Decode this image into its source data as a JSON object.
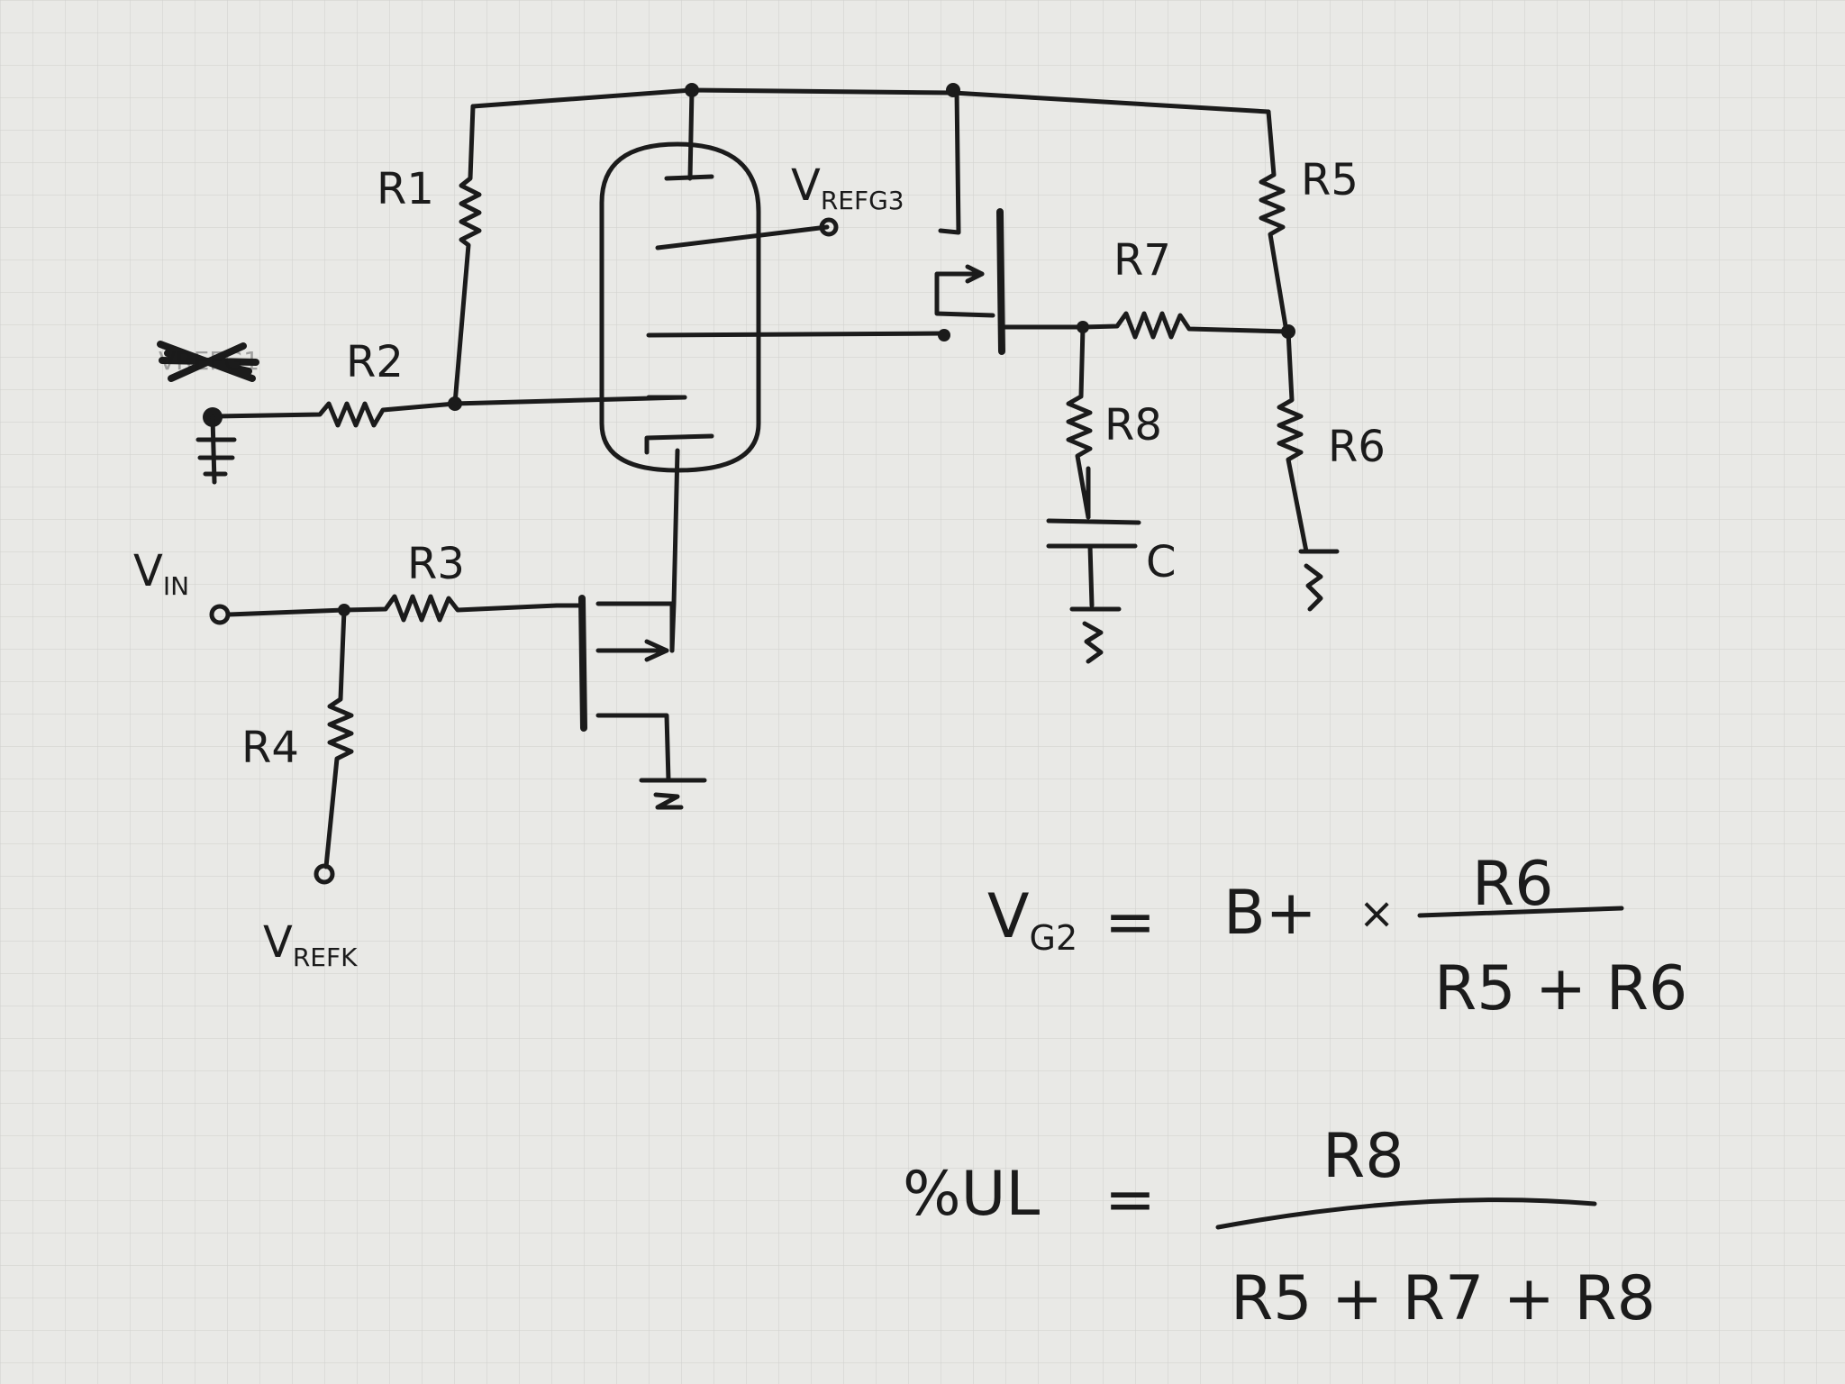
{
  "colors": {
    "paper": "#e9e9e6",
    "grid": "#d3d3d0",
    "ink": "#1b1b1b"
  },
  "labels": {
    "r1": "R1",
    "r2": "R2",
    "r3": "R3",
    "r4": "R4",
    "r5": "R5",
    "r6": "R6",
    "r7": "R7",
    "r8": "R8",
    "c": "C",
    "vin_main": "V",
    "vin_sub": "IN",
    "vrefk_main": "V",
    "vrefk_sub": "REFK",
    "vrefg3_main": "V",
    "vrefg3_sub": "REFG3",
    "vrefg1_scribbled": "VREFG1"
  },
  "equations": {
    "vg2": {
      "lhs_main": "V",
      "lhs_sub": "G2",
      "equals": "=",
      "term": "B+",
      "times": "×",
      "numerator": "R6",
      "denominator": "R5 + R6"
    },
    "ul": {
      "lhs": "%UL",
      "equals": "=",
      "numerator": "R8",
      "denominator": "R5 + R7 + R8"
    }
  }
}
